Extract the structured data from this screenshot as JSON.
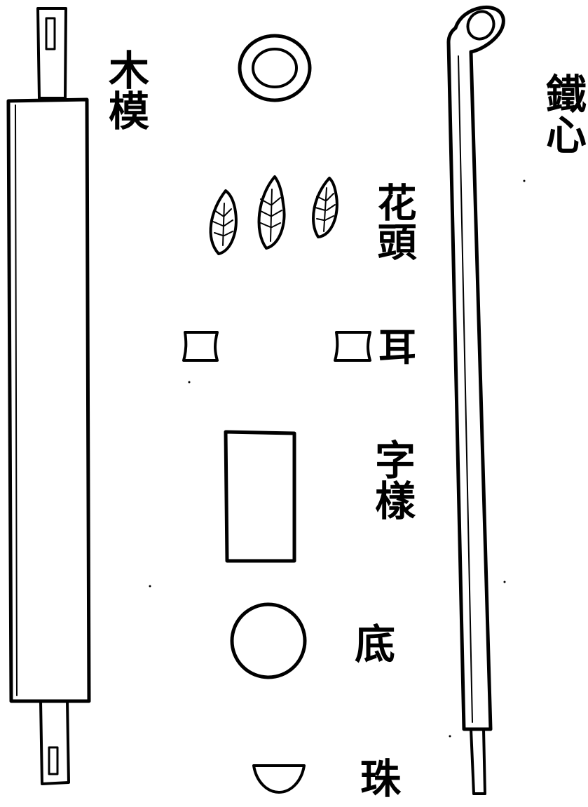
{
  "diagram": {
    "labels": {
      "wood_mold": "木模",
      "iron_core": "鐵心",
      "flower_head": "花頭",
      "ear": "耳",
      "character_sample": "字樣",
      "base": "底",
      "bead": "珠"
    },
    "ink_color": "#000000",
    "paper_color": "#ffffff"
  }
}
